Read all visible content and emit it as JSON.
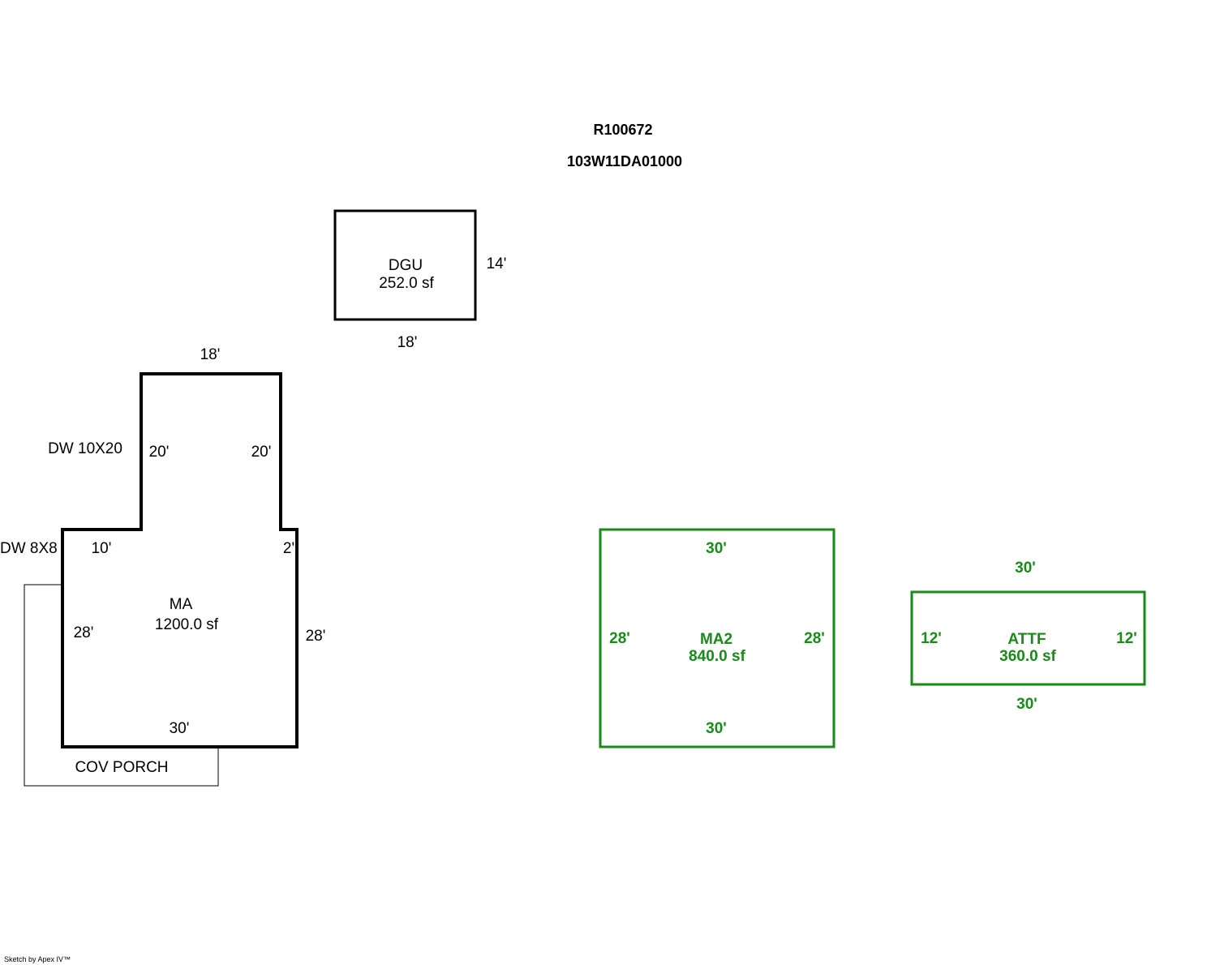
{
  "header": {
    "account": "R100672",
    "map_tax_lot": "103W11DA01000"
  },
  "colors": {
    "existing": "#000000",
    "new": "#1a8a1a"
  },
  "areas": {
    "dgu": {
      "code": "DGU",
      "area": "252.0 sf",
      "dim_width": "18'",
      "dim_depth": "14'"
    },
    "ma": {
      "code": "MA",
      "area": "1200.0 sf",
      "dim_top": "18'",
      "dim_wing_left": "20'",
      "dim_wing_right": "20'",
      "dim_left_step": "10'",
      "dim_right_step": "2'",
      "dim_left": "28'",
      "dim_right": "28'",
      "dim_bottom": "30'",
      "note_dw_upper": "DW 10X20",
      "note_dw_lower": "DW 8X8"
    },
    "porch": {
      "label": "COV PORCH"
    },
    "ma2": {
      "code": "MA2",
      "area": "840.0 sf",
      "dim_top": "30'",
      "dim_bottom": "30'",
      "dim_left": "28'",
      "dim_right": "28'"
    },
    "attf": {
      "code": "ATTF",
      "area": "360.0 sf",
      "dim_top": "30'",
      "dim_bottom": "30'",
      "dim_left": "12'",
      "dim_right": "12'"
    }
  },
  "footer": {
    "credit": "Sketch by Apex IV™"
  }
}
